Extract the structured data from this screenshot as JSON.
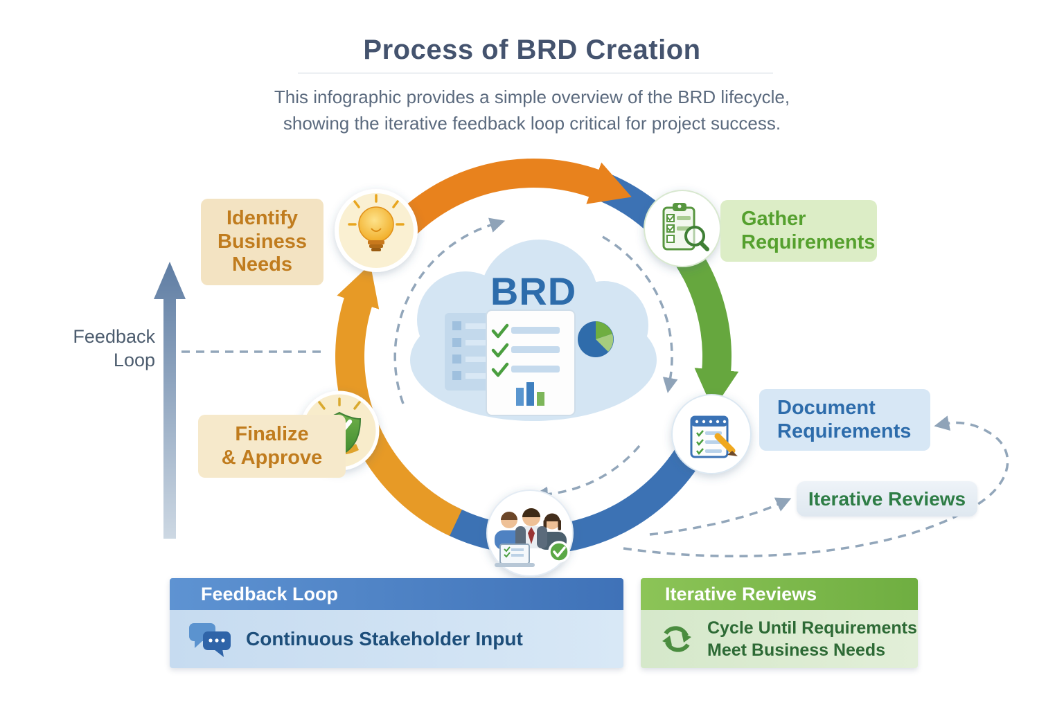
{
  "title": "Process of BRD Creation",
  "subtitle": "This infographic provides a simple overview of the BRD lifecycle,\nshowing the iterative feedback loop critical for project success.",
  "center": {
    "label": "BRD"
  },
  "steps": {
    "identify": "Identify\nBusiness\nNeeds",
    "gather": "Gather\nRequirements",
    "document": "Document\nRequirements",
    "iterative_reviews": "Iterative Reviews",
    "finalize": "Finalize\n& Approve"
  },
  "side": {
    "feedback_loop": "Feedback\nLoop"
  },
  "legend": {
    "feedback": {
      "header": "Feedback Loop",
      "body": "Continuous Stakeholder Input"
    },
    "iterative": {
      "header": "Iterative Reviews",
      "body": "Cycle Until Requirements\nMeet Business Needs"
    }
  },
  "icons": {
    "identify": "lightbulb-icon",
    "gather": "clipboard-checklist-magnifier-icon",
    "document": "notepad-pencil-icon",
    "review": "stakeholders-people-icon",
    "finalize": "shield-check-icon",
    "feedback": "chat-bubbles-icon",
    "iterative": "recycle-arrows-icon",
    "center": "brd-document-cloud-icon"
  },
  "colors": {
    "orange": "#E8821D",
    "gold": "#E79A26",
    "blue": "#3C72B4",
    "green": "#66A73E",
    "cream_panel": "#F3E3C2",
    "light_green_panel": "#DCEDC6",
    "light_blue_panel": "#D7E7F5",
    "title_text": "#44536E",
    "brd_text": "#2D6CAB",
    "dashed_gray": "#92A6BA"
  }
}
